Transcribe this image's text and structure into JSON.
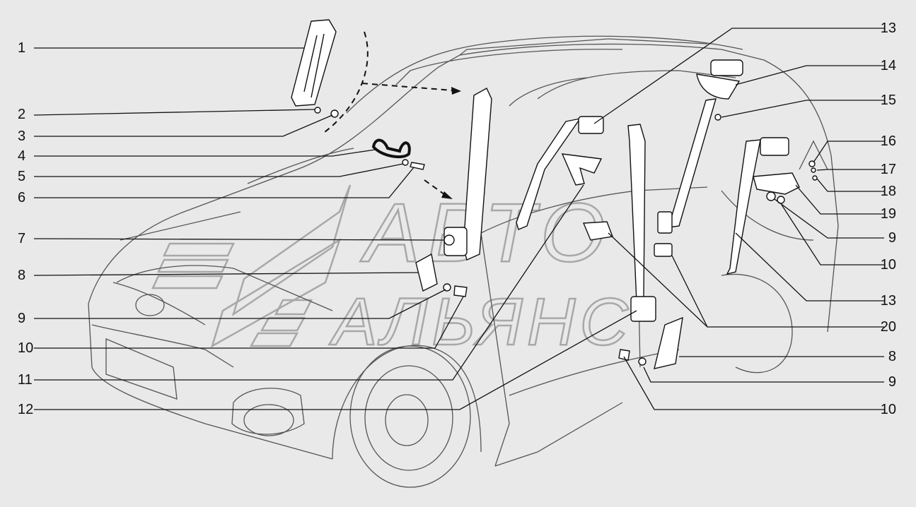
{
  "colors": {
    "background": "#e9e9e9",
    "line": "#111111",
    "car_outline": "#555555",
    "watermark": "#a8a8a8"
  },
  "watermark": {
    "line1": "АВТО",
    "line2": "АЛЬЯНС"
  },
  "callouts": {
    "left": [
      "1",
      "2",
      "3",
      "4",
      "5",
      "6",
      "7",
      "8",
      "9",
      "10",
      "11",
      "12"
    ],
    "right": [
      "13",
      "14",
      "15",
      "16",
      "17",
      "18",
      "19",
      "9",
      "10",
      "13",
      "20",
      "8",
      "9",
      "10"
    ]
  }
}
